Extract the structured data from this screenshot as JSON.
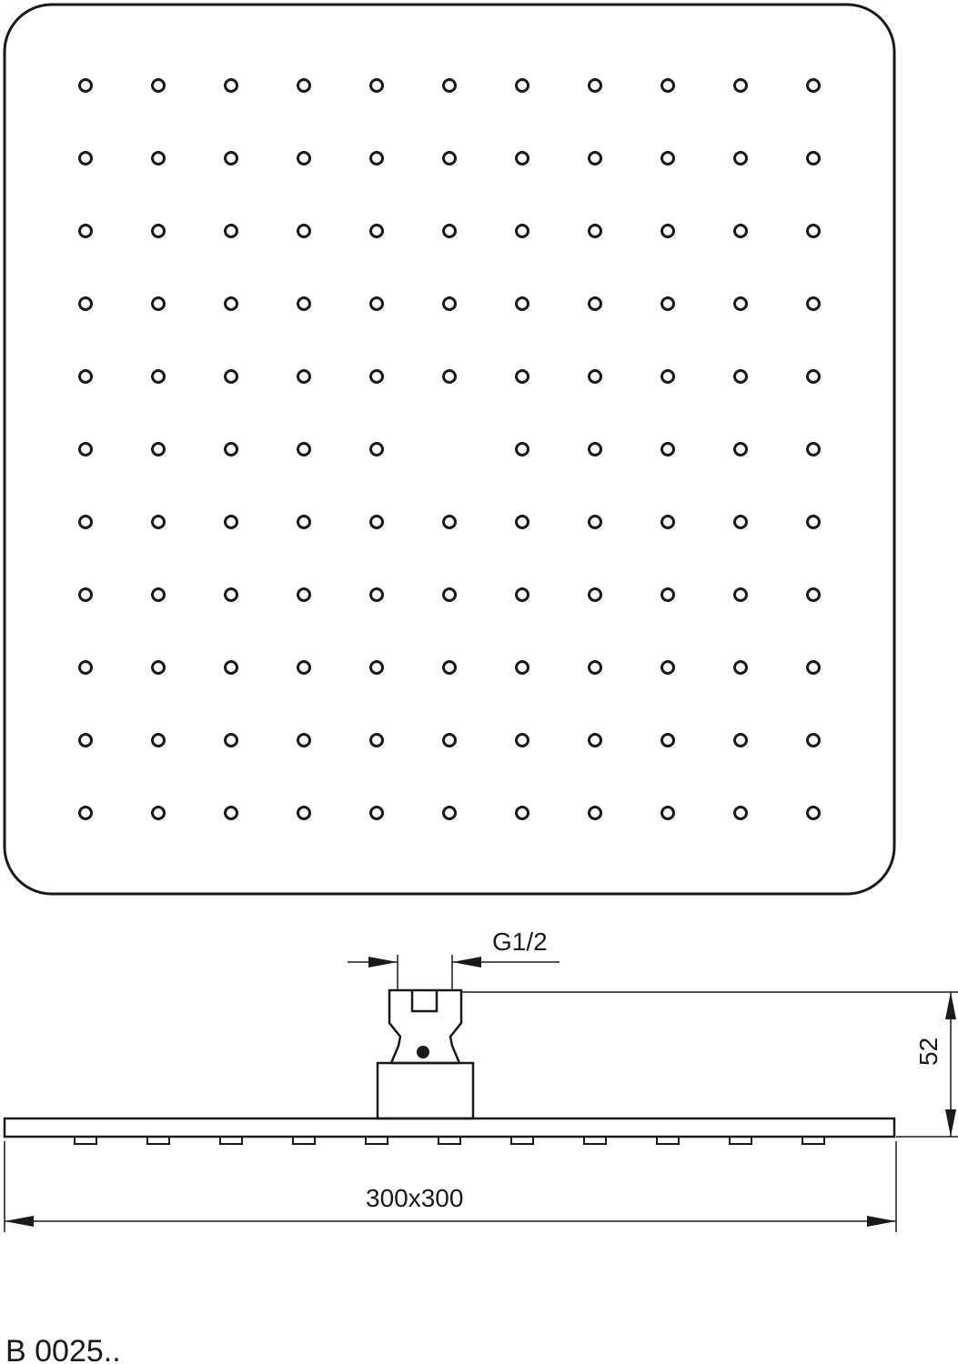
{
  "labels": {
    "thread": "G1/2",
    "height": "52",
    "size": "300x300",
    "code": "B 0025.."
  },
  "nozzle_grid": {
    "rows": 11,
    "cols": 11,
    "missing": [
      [
        5,
        5
      ]
    ]
  },
  "colors": {
    "line": "#1a1a1a",
    "background": "#ffffff"
  }
}
